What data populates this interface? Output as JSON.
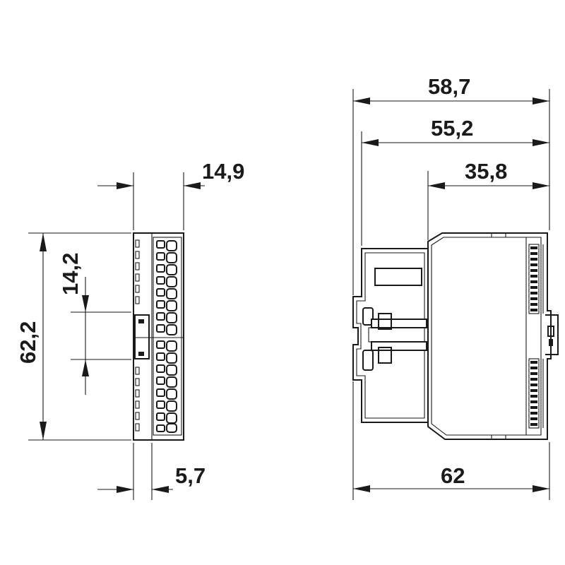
{
  "dimensions": {
    "width_front": "14,9",
    "height_total": "62,2",
    "pitch": "14,2",
    "offset_bottom": "5,7",
    "depth_total": "58,7",
    "depth_rail": "55,2",
    "depth_housing": "35,8",
    "depth_base": "62"
  },
  "colors": {
    "line": "#1a1a1a",
    "background": "#ffffff"
  }
}
